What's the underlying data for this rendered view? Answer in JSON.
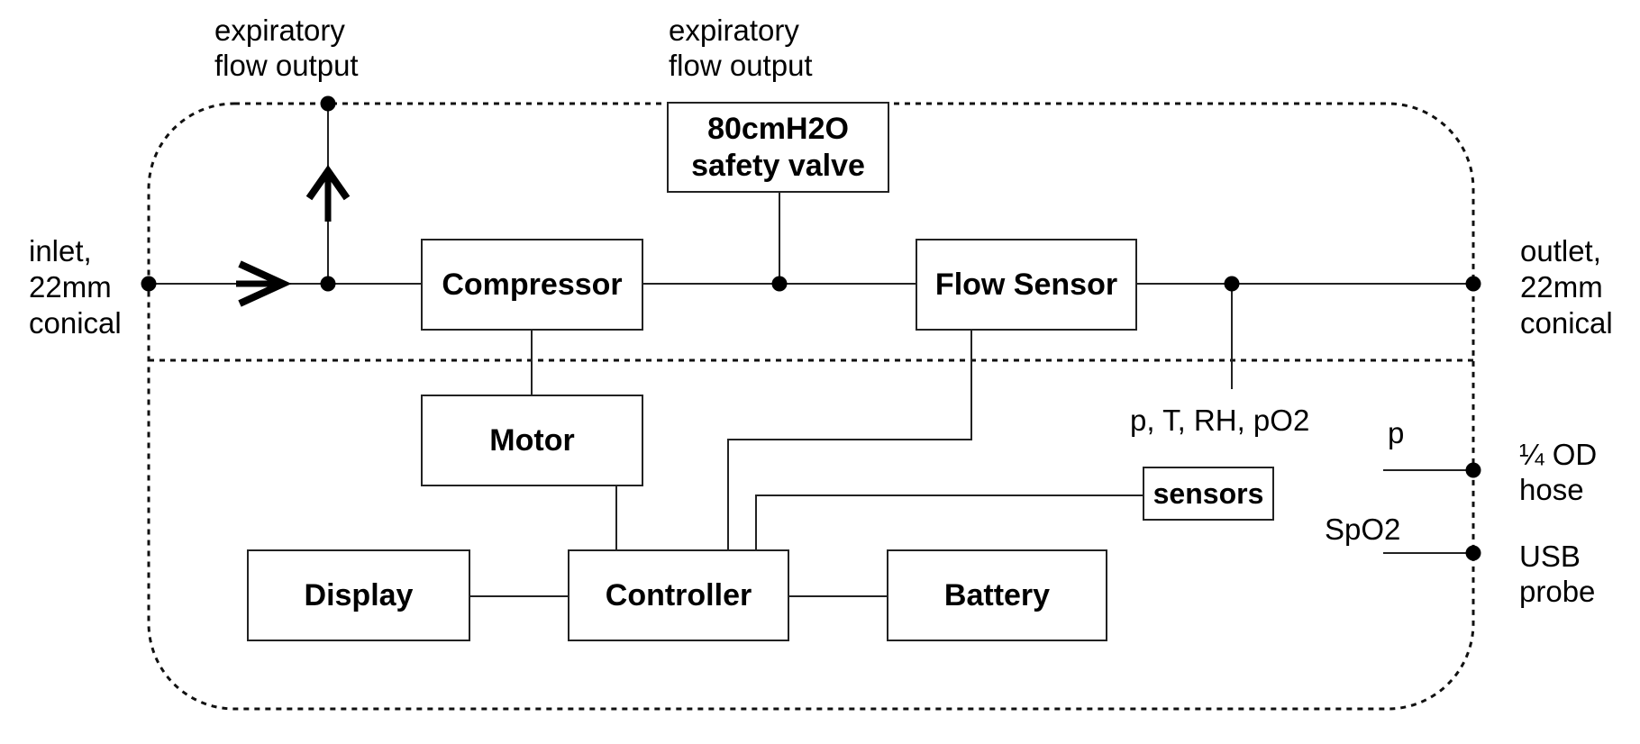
{
  "boxes": {
    "compressor": "Compressor",
    "flow_sensor": "Flow Sensor",
    "safety_valve_line1": "80cmH2O",
    "safety_valve_line2": "safety valve",
    "motor": "Motor",
    "display": "Display",
    "controller": "Controller",
    "battery": "Battery",
    "sensors": "sensors"
  },
  "labels": {
    "exp_left_line1": "expiratory",
    "exp_left_line2": "flow output",
    "exp_mid_line1": "expiratory",
    "exp_mid_line2": "flow output",
    "inlet_line1": "inlet,",
    "inlet_line2": "22mm",
    "inlet_line3": "conical",
    "outlet_line1": "outlet,",
    "outlet_line2": "22mm",
    "outlet_line3": "conical",
    "flow_params": "p, T, RH, pO2",
    "p": "p",
    "spo2": "SpO2",
    "hose_line1": "¼ OD",
    "hose_line2": "hose",
    "usb_line1": "USB",
    "usb_line2": "probe"
  }
}
